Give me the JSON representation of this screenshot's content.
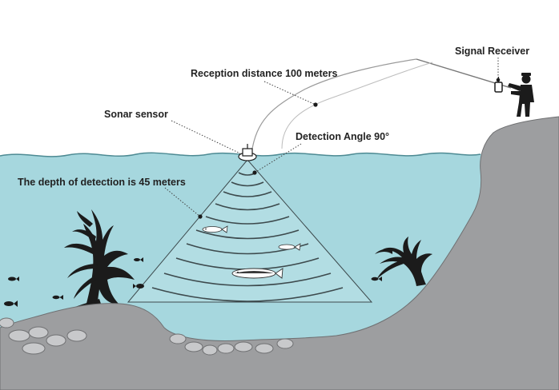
{
  "labels": {
    "signal_receiver": "Signal Receiver",
    "reception_distance": "Reception distance 100 meters",
    "sonar_sensor": "Sonar sensor",
    "detection_angle": "Detection Angle 90°",
    "detection_depth": "The depth of detection is 45 meters"
  },
  "colors": {
    "water": "#a6d7de",
    "rock": "#9d9ea0",
    "rock_edge": "#6f7072",
    "tree": "#1b1b1b",
    "sonar_ring": "#3d4a4d",
    "fish_body": "#ffffff"
  }
}
